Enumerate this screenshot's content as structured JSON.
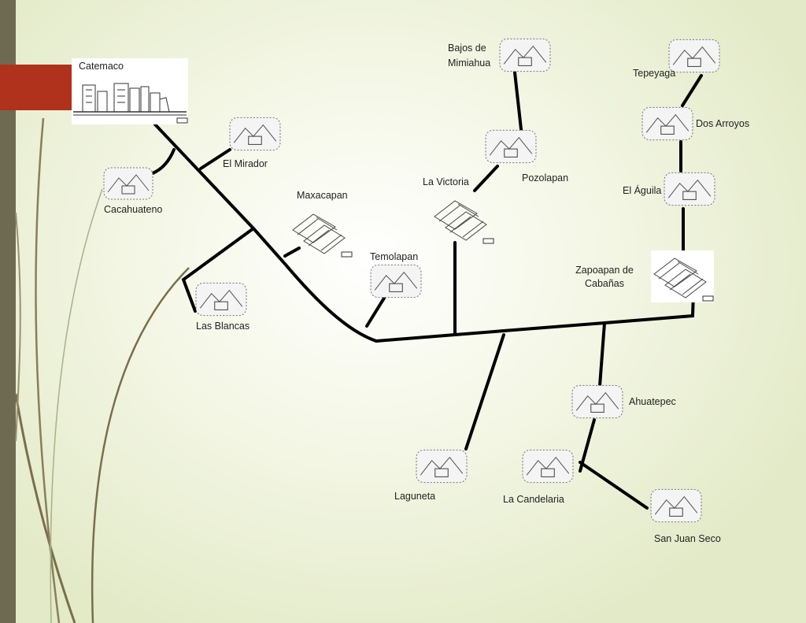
{
  "places": {
    "catemaco": "Catemaco",
    "cacahuateno": "Cacahuateno",
    "el_mirador": "El Mirador",
    "maxacapan": "Maxacapan",
    "las_blancas": "Las Blancas",
    "temolapan": "Temolapan",
    "la_victoria": "La Victoria",
    "bajos_de_mimiahua_1": "Bajos de",
    "bajos_de_mimiahua_2": "Mimiahua",
    "pozolapan": "Pozolapan",
    "tepeyaga": "Tepeyaga",
    "dos_arroyos": "Dos Arroyos",
    "el_aguila": "El Águila",
    "zapoapan_1": "Zapoapan de",
    "zapoapan_2": "Cabañas",
    "ahuatepec": "Ahuatepec",
    "laguneta": "Laguneta",
    "la_candelaria": "La Candelaria",
    "san_juan_seco": "San Juan Seco"
  },
  "colors": {
    "line": "#000000",
    "side_bar": "#6e6a52",
    "accent": "#b0311c",
    "grass": "#7a6e4a"
  }
}
